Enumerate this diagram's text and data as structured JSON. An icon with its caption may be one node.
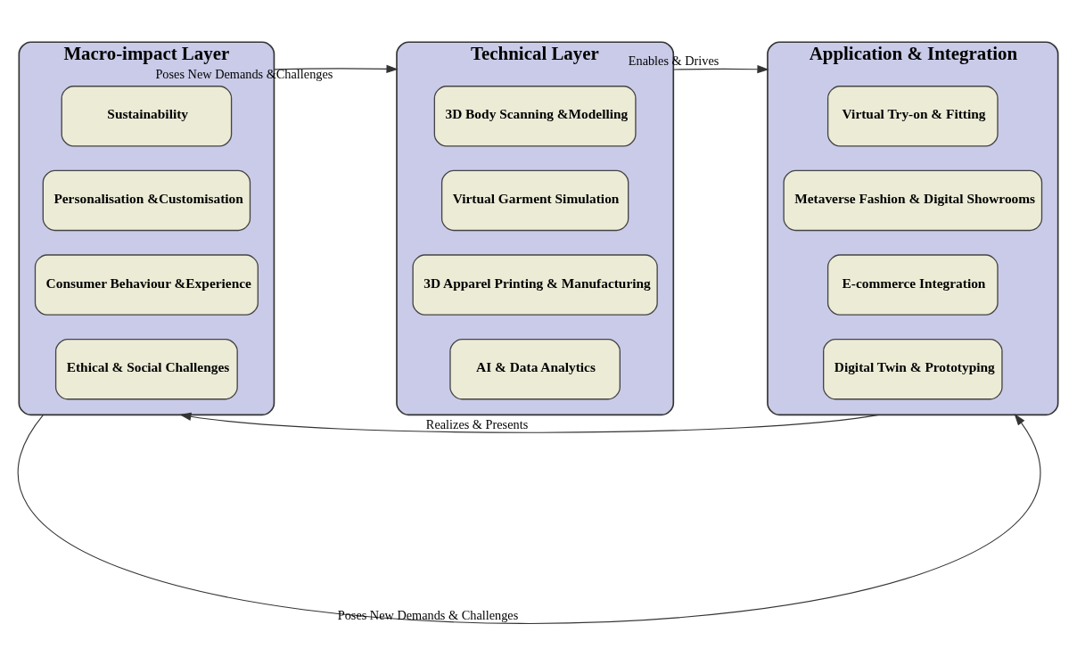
{
  "diagram": {
    "nodes": [
      {
        "text": [
          "Macro-impact Layer"
        ]
      },
      {
        "text": [
          "Sustainability"
        ],
        "in": 0
      },
      {
        "text": [
          "Personalisation &Customisation"
        ],
        "in": 0
      },
      {
        "text": [
          "Consumer Behaviour &Experience"
        ],
        "in": 0
      },
      {
        "text": [
          "Ethical & Social Challenges"
        ],
        "in": 0
      },
      {
        "text": [
          "Technical Layer"
        ]
      },
      {
        "text": [
          "3D Body Scanning &Modelling"
        ],
        "in": 5
      },
      {
        "text": [
          "Virtual Garment Simulation"
        ],
        "in": 5
      },
      {
        "text": [
          "3D Apparel Printing & Manufacturing"
        ],
        "in": 5
      },
      {
        "text": [
          "AI & Data Analytics"
        ],
        "in": 5
      },
      {
        "text": [
          "Application & Integration"
        ]
      },
      {
        "text": [
          "Virtual Try-on & Fitting"
        ],
        "in": 10
      },
      {
        "text": [
          "Metaverse Fashion & Digital Showrooms"
        ],
        "in": 10
      },
      {
        "text": [
          "E-commerce Integration"
        ],
        "in": 10
      },
      {
        "text": [
          "Digital Twin & Prototyping"
        ],
        "in": 10
      }
    ],
    "edges": [
      {
        "from": 0,
        "to": 5,
        "arrow": "to",
        "label": "Poses New Demands &Challenges"
      },
      {
        "from": 5,
        "to": 10,
        "arrow": "to",
        "label": "Enables & Drives"
      },
      {
        "from": 10,
        "to": 0,
        "arrow": "to",
        "label": "Realizes & Presents"
      },
      {
        "from": 0,
        "to": 10,
        "arrow": "to",
        "label": "Poses New Demands & Challenges"
      }
    ]
  }
}
